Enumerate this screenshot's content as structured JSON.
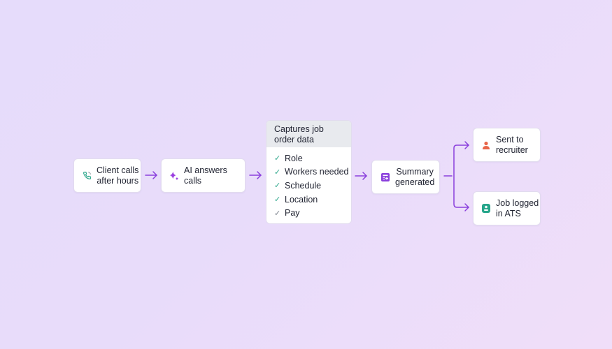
{
  "nodes": {
    "client": {
      "label_1": "Client calls",
      "label_2": "after hours",
      "icon": "phone-icon"
    },
    "ai": {
      "label": "AI answers calls",
      "icon": "sparkle-icon"
    },
    "capture": {
      "title_1": "Captures job",
      "title_2": "order data",
      "items": [
        "Role",
        "Workers needed",
        "Schedule",
        "Location",
        "Pay"
      ]
    },
    "summary": {
      "label_1": "Summary",
      "label_2": "generated",
      "icon": "document-icon"
    },
    "recruiter": {
      "label_1": "Sent to",
      "label_2": "recruiter",
      "icon": "person-icon"
    },
    "ats": {
      "label_1": "Job logged",
      "label_2": "in ATS",
      "icon": "badge-icon"
    }
  },
  "colors": {
    "arrow": "#8a3fdc",
    "check": "#2aa58a",
    "person": "#e8664a",
    "ats": "#25a58a",
    "accent": "#8a3fdc"
  }
}
